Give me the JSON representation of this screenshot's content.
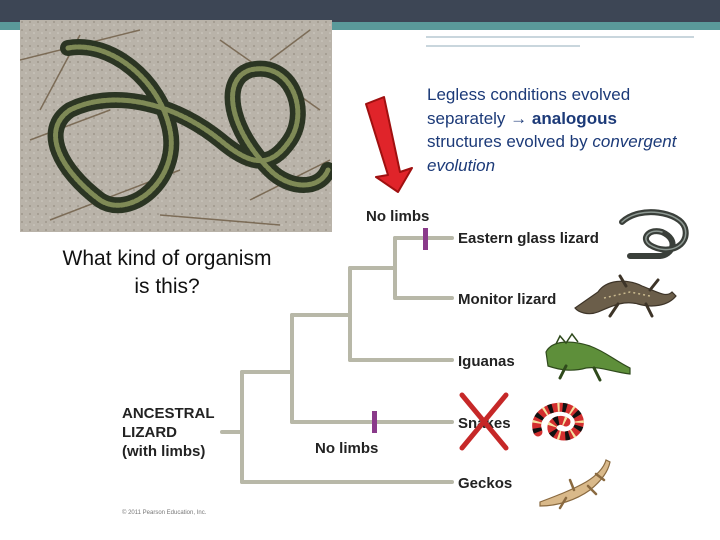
{
  "question": {
    "line1": "What kind of organism",
    "line2": "is this?"
  },
  "caption": {
    "part1": "Legless conditions evolved separately ",
    "arrow": "→",
    "part2": " ",
    "bold": "analogous",
    "part3": " structures evolved by ",
    "italic": "convergent evolution"
  },
  "tree": {
    "root_label": [
      "ANCESTRAL",
      "LIZARD",
      "(with limbs)"
    ],
    "no_limbs_top": "No limbs",
    "no_limbs_bottom": "No limbs",
    "taxa": [
      "Eastern glass lizard",
      "Monitor lizard",
      "Iguanas",
      "Snakes",
      "Geckos"
    ]
  },
  "copyright": "© 2011 Pearson Education, Inc.",
  "colors": {
    "branch": "#b8b8a8",
    "marker": "#8a3a8a",
    "arrow_fill": "#e0242a",
    "cross": "#c62828",
    "caption_text": "#1c3a78"
  }
}
